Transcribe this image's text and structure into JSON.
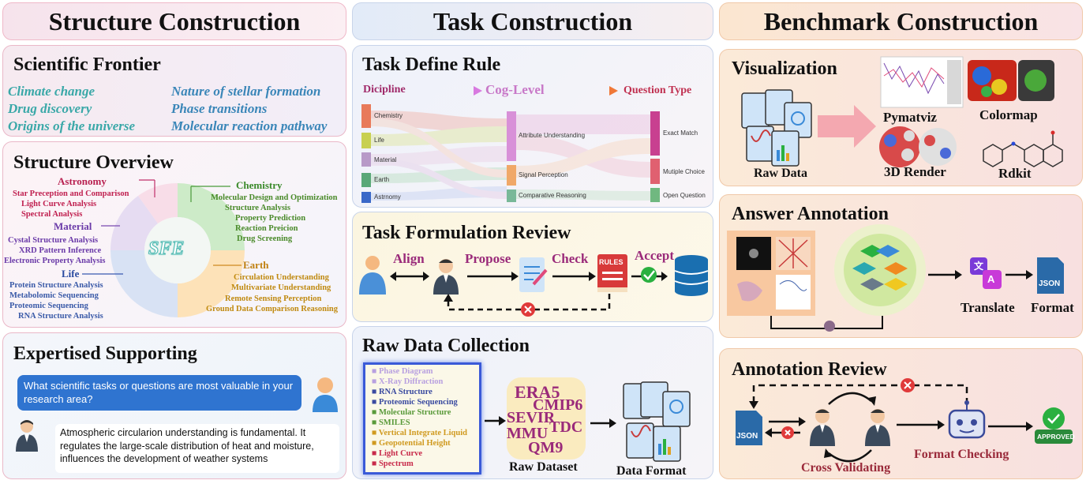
{
  "columns": {
    "structure": "Structure Construction",
    "task": "Task Construction",
    "benchmark": "Benchmark Construction"
  },
  "scientific_frontier": {
    "title": "Scientific Frontier",
    "left": [
      "Climate change",
      "Drug discovery",
      "Origins of the universe"
    ],
    "right": [
      "Nature of stellar formation",
      "Phase transitions",
      "Molecular reaction pathway"
    ]
  },
  "structure_overview": {
    "title": "Structure Overview",
    "center": "SFE",
    "astronomy": {
      "name": "Astronomy",
      "items": [
        "Star Preception and Comparison",
        "Light Curve Analysis",
        "Spectral Analysis"
      ]
    },
    "chemistry": {
      "name": "Chemistry",
      "items": [
        "Molecular Design and Optimization",
        "Structure Analysis",
        "Property Prediction",
        "Reaction Preicion",
        "Drug Screening"
      ]
    },
    "material": {
      "name": "Material",
      "items": [
        "Cystal Structure Analysis",
        "XRD Pattern Inference",
        "Electronic Property Analysis"
      ]
    },
    "earth": {
      "name": "Earth",
      "items": [
        "Circulation Understanding",
        "Multivariate Understanding",
        "Remote Sensing Perception",
        "Ground Data Comparison Reasoning"
      ]
    },
    "life": {
      "name": "Life",
      "items": [
        "Protein Structure Analysis",
        "Metabolomic Sequencing",
        "Proteomic Sequencing",
        "RNA Structure Analysis"
      ]
    }
  },
  "expertised": {
    "title": "Expertised Supporting",
    "question": "What scientific tasks or questions are most valuable in your research area?",
    "answer": "Atmospheric circularion understanding is fundamental. It regulates the large-scale distribution of heat and moisture, influences the development of weather systems"
  },
  "task_define": {
    "title": "Task Define Rule",
    "h1": "Dicipline",
    "h2": "Cog-Level",
    "h3": "Question Type",
    "disciplines": [
      "Chemistry",
      "Life",
      "Material",
      "Earth",
      "Astrnomy"
    ],
    "cog": [
      "Attribute Understanding",
      "Signal Perception",
      "Comparative Reasoning"
    ],
    "qtypes": [
      "Exact Match",
      "Mutiple Choice",
      "Open Question"
    ]
  },
  "task_review": {
    "title": "Task Formulation Review",
    "align": "Align",
    "propose": "Propose",
    "check": "Check",
    "accept": "Accept",
    "rules": "RULES"
  },
  "raw_collection": {
    "title": "Raw Data Collection",
    "list": [
      "Phase Diagram",
      "X-Ray Diffraction",
      "RNA Structure",
      "Proteomic Sequencing",
      "Molecular Structure",
      "SMILES",
      "Vertical Integrate Liquid",
      "Geopotential Height",
      "Light Curve",
      "Spectrum"
    ],
    "datasets": [
      "ERA5",
      "CMIP6",
      "SEVIR",
      "TDC",
      "MMU",
      "QM9"
    ],
    "raw_dataset": "Raw Dataset",
    "data_format": "Data Format"
  },
  "visualization": {
    "title": "Visualization",
    "raw": "Raw Data",
    "pymatviz": "Pymatviz",
    "colormap": "Colormap",
    "render": "3D Render",
    "rdkit": "Rdkit"
  },
  "answer_annotation": {
    "title": "Answer Annotation",
    "translate": "Translate",
    "format": "Format",
    "json": "JSON"
  },
  "annotation_review": {
    "title": "Annotation Review",
    "cross": "Cross Validating",
    "format_checking": "Format Checking",
    "approved": "APPROVED",
    "json": "JSON"
  },
  "colors": {
    "pink": "#c0306a",
    "orange": "#e07a3c",
    "blue": "#2f74d0",
    "teal": "#3aa8a0"
  }
}
